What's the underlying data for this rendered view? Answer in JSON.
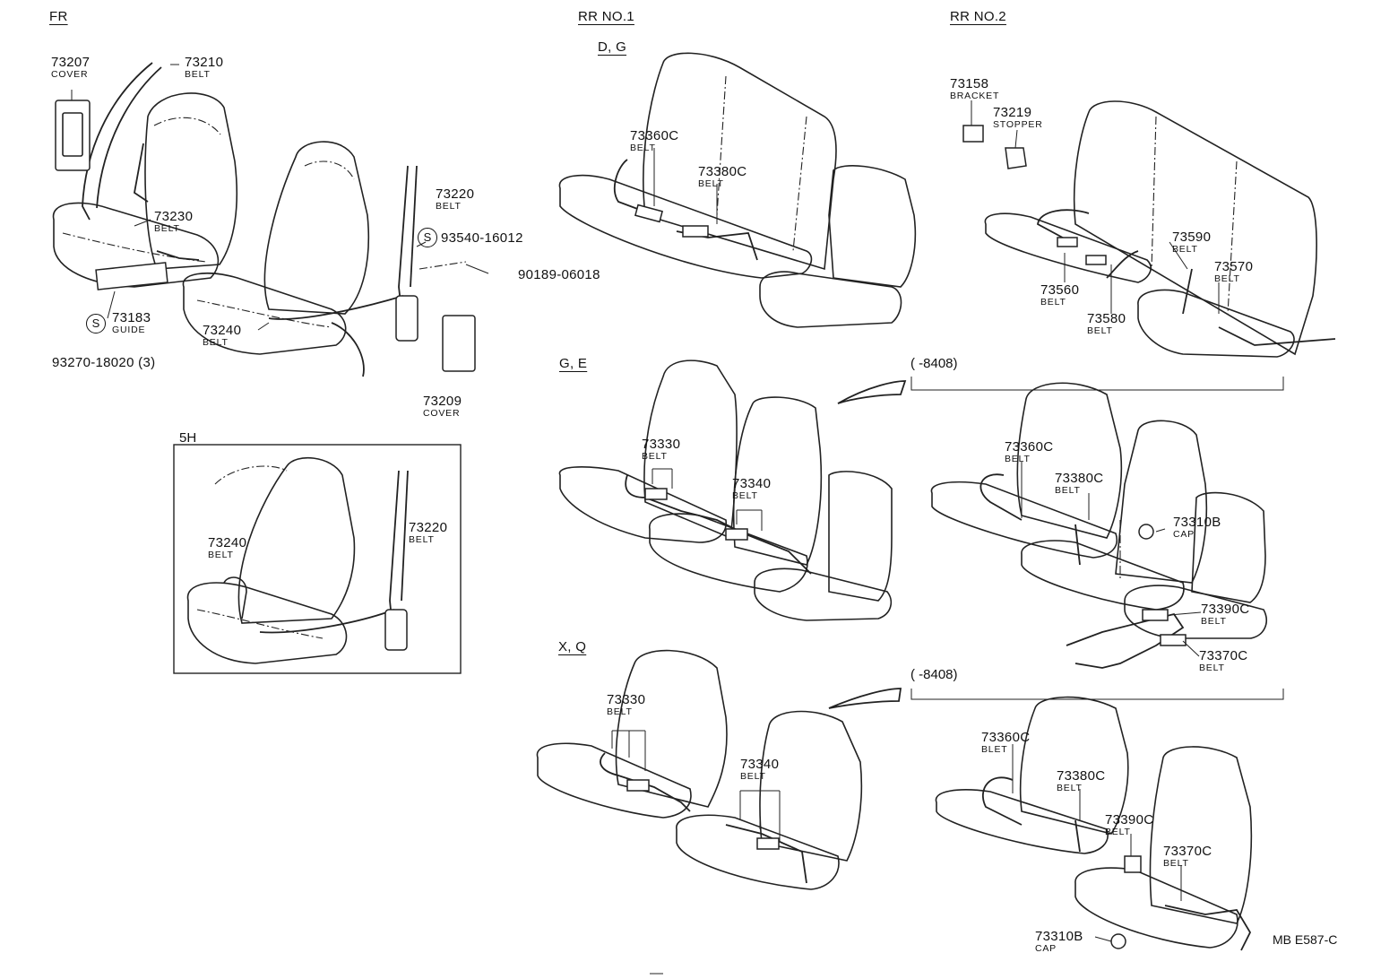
{
  "headers": {
    "fr": "FR",
    "rr1": "RR NO.1",
    "dg": "D, G",
    "rr2": "RR NO.2",
    "ge": "G, E",
    "xq": "X, Q",
    "h5": "5H",
    "range1": "(      -8408)",
    "range2": "(      -8408)"
  },
  "callouts": {
    "p73207": {
      "pn": "73207",
      "nm": "COVER"
    },
    "p73210": {
      "pn": "73210",
      "nm": "BELT"
    },
    "p73230": {
      "pn": "73230",
      "nm": "BELT"
    },
    "p73183": {
      "pn": "73183",
      "nm": "GUIDE"
    },
    "p93270": {
      "pn": "93270-18020 (3)"
    },
    "p73240a": {
      "pn": "73240",
      "nm": "BELT"
    },
    "p73220a": {
      "pn": "73220",
      "nm": "BELT"
    },
    "p93540": {
      "pn": "93540-16012"
    },
    "p90189": {
      "pn": "90189-06018"
    },
    "p73209": {
      "pn": "73209",
      "nm": "COVER"
    },
    "p73240b": {
      "pn": "73240",
      "nm": "BELT"
    },
    "p73220b": {
      "pn": "73220",
      "nm": "BELT"
    },
    "p73360a": {
      "pn": "73360C",
      "nm": "BELT"
    },
    "p73380a": {
      "pn": "73380C",
      "nm": "BELT"
    },
    "p73158": {
      "pn": "73158",
      "nm": "BRACKET"
    },
    "p73219": {
      "pn": "73219",
      "nm": "STOPPER"
    },
    "p73590": {
      "pn": "73590",
      "nm": "BELT"
    },
    "p73570": {
      "pn": "73570",
      "nm": "BELT"
    },
    "p73560": {
      "pn": "73560",
      "nm": "BELT"
    },
    "p73580": {
      "pn": "73580",
      "nm": "BELT"
    },
    "p73330a": {
      "pn": "73330",
      "nm": "BELT"
    },
    "p73340a": {
      "pn": "73340",
      "nm": "BELT"
    },
    "p73360b": {
      "pn": "73360C",
      "nm": "BELT"
    },
    "p73380b": {
      "pn": "73380C",
      "nm": "BELT"
    },
    "p73310a": {
      "pn": "73310B",
      "nm": "CAP"
    },
    "p73390a": {
      "pn": "73390C",
      "nm": "BELT"
    },
    "p73370a": {
      "pn": "73370C",
      "nm": "BELT"
    },
    "p73330b": {
      "pn": "73330",
      "nm": "BELT"
    },
    "p73340b": {
      "pn": "73340",
      "nm": "BELT"
    },
    "p73360c": {
      "pn": "73360C",
      "nm": "BLET"
    },
    "p73380c": {
      "pn": "73380C",
      "nm": "BELT"
    },
    "p73390b": {
      "pn": "73390C",
      "nm": "BELT"
    },
    "p73370b": {
      "pn": "73370C",
      "nm": "BELT"
    },
    "p73310b": {
      "pn": "73310B",
      "nm": "CAP"
    }
  },
  "symbols": {
    "s_mark": "S"
  },
  "drawing_code": "MB E587-C"
}
